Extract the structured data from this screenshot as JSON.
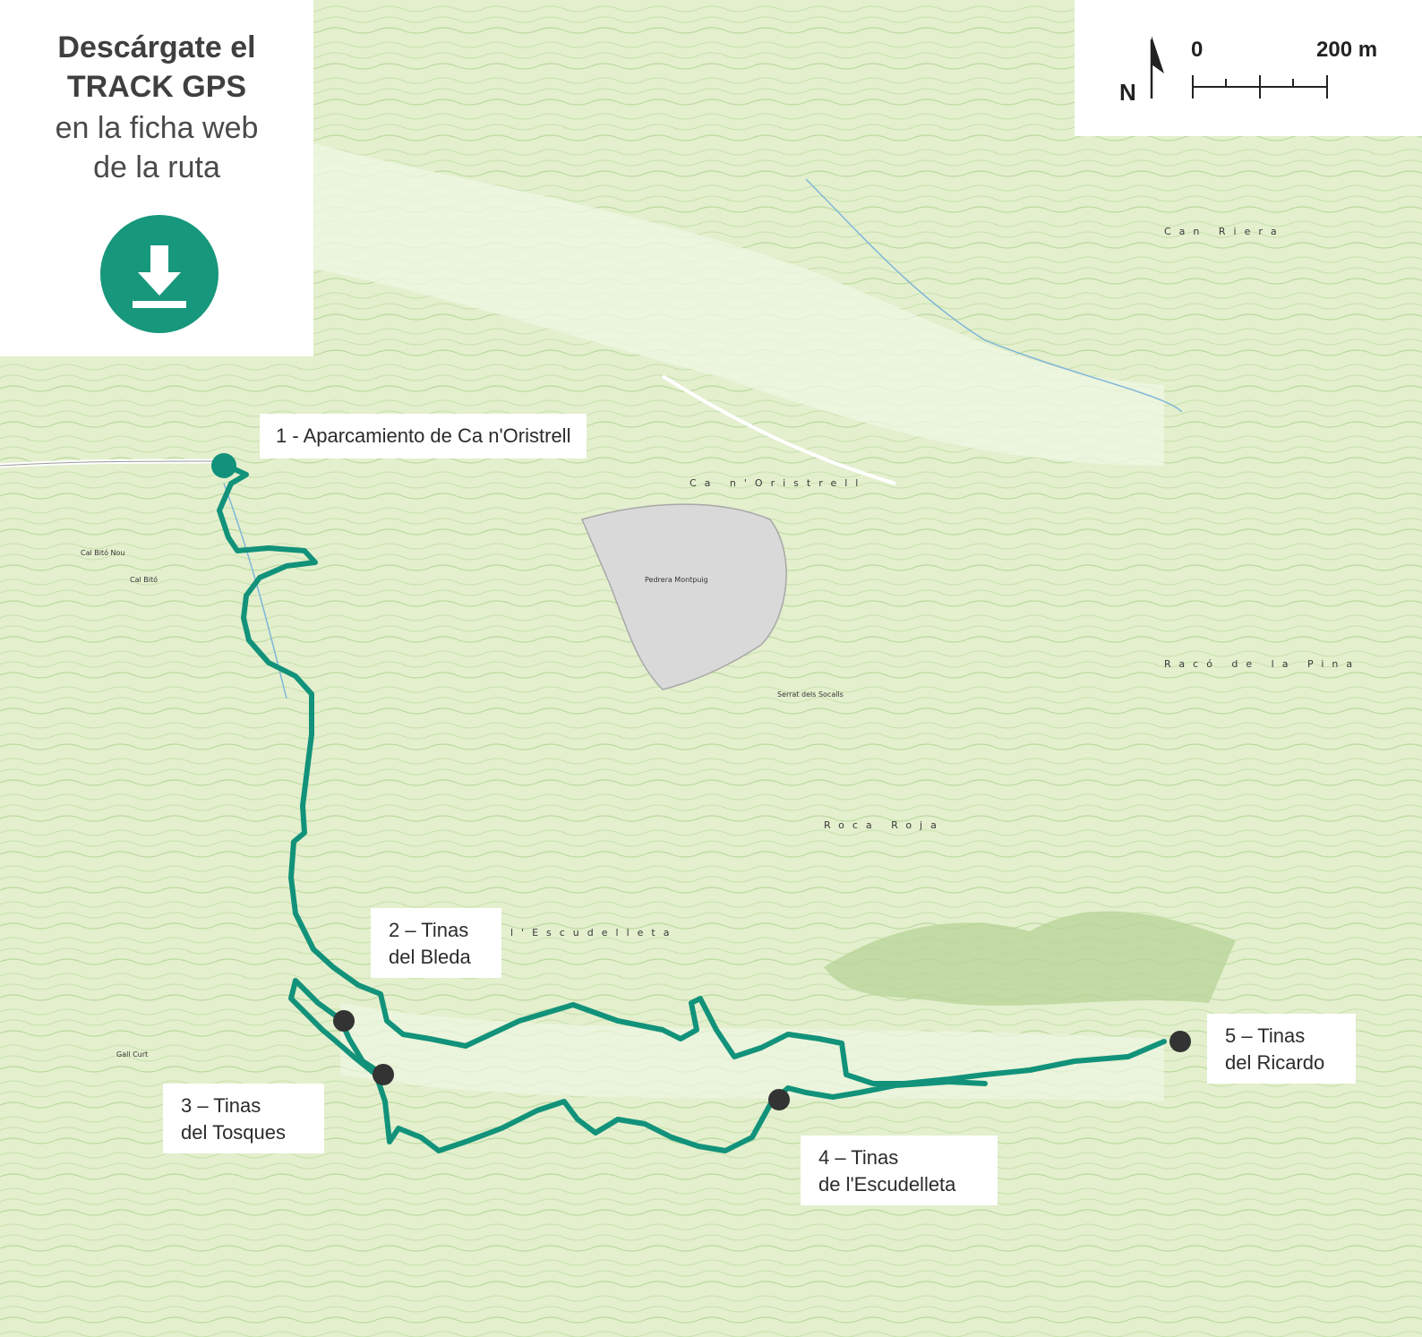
{
  "download": {
    "line1": "Descárgate el",
    "line2": "TRACK GPS",
    "line3": "en la ficha web",
    "line4": "de la ruta",
    "icon": "download-icon"
  },
  "scale": {
    "north_label": "N",
    "start_label": "0",
    "end_label": "200 m",
    "icon": "north-arrow-icon"
  },
  "waypoints": [
    {
      "lines": [
        "1 - Aparcamiento de Ca n'Oristrell"
      ]
    },
    {
      "lines": [
        "2 – Tinas",
        "del Bleda"
      ]
    },
    {
      "lines": [
        "3 – Tinas",
        "del Tosques"
      ]
    },
    {
      "lines": [
        "4 – Tinas",
        "de l'Escudelleta"
      ]
    },
    {
      "lines": [
        "5 – Tinas",
        "del Ricardo"
      ]
    }
  ],
  "place_names": [
    "Can Riera",
    "Ca n'Oristrell",
    "Racó de la Pina",
    "Roca Roja",
    "l'Escudelleta",
    "Pedrera Montpuig",
    "Serrat dels Socalls",
    "Gall Curt",
    "Cal Bitó Nou",
    "Cal Bitó"
  ],
  "colors": {
    "route": "#12927a",
    "start_marker": "#12927a",
    "waypoint_marker": "#333333",
    "map_background": "#e8f2d6",
    "contour": "#b9d9a0",
    "quarry": "#d8d8d8"
  }
}
